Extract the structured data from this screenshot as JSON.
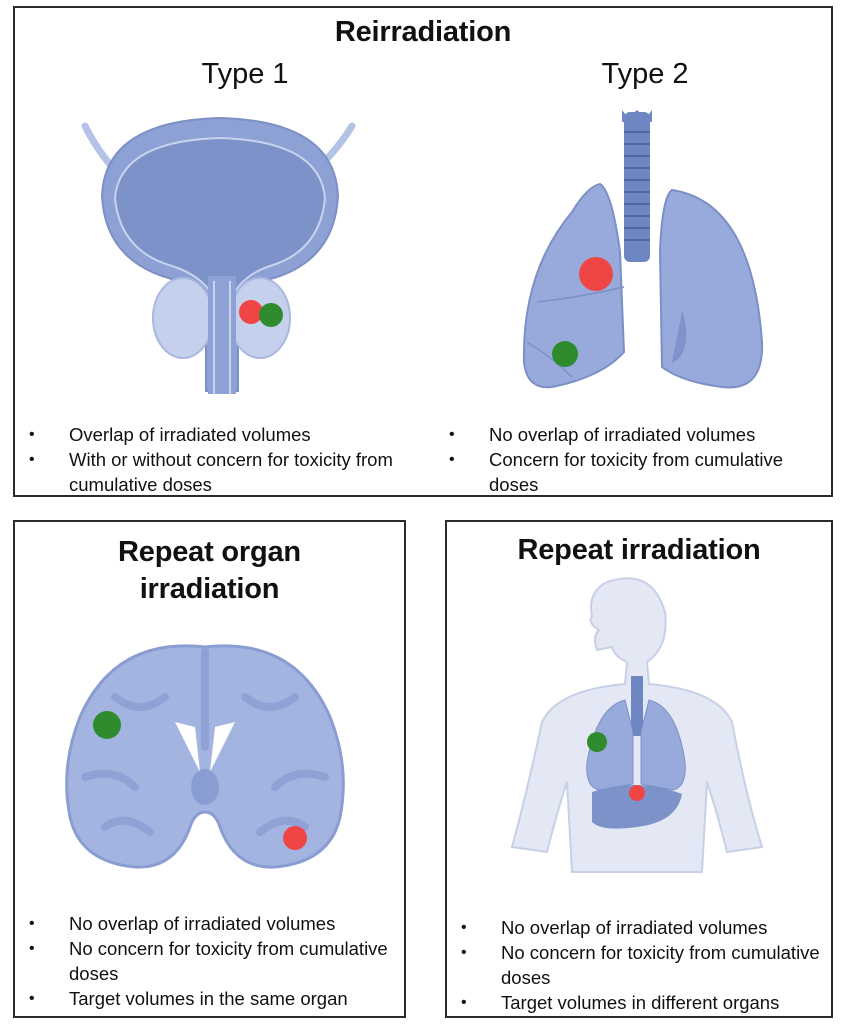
{
  "panels": {
    "reirradiation": {
      "title": "Reirradiation",
      "type1": {
        "label": "Type 1",
        "organ_icon": "prostate-bladder-icon",
        "bullets": [
          "Overlap of irradiated volumes",
          "With or without concern for toxicity from cumulative doses"
        ]
      },
      "type2": {
        "label": "Type 2",
        "organ_icon": "lungs-icon",
        "bullets": [
          "No overlap of irradiated volumes",
          "Concern for toxicity from cumulative doses"
        ]
      }
    },
    "repeat_organ": {
      "title_line1": "Repeat organ",
      "title_line2": "irradiation",
      "organ_icon": "brain-coronal-icon",
      "bullets": [
        "No overlap of irradiated volumes",
        "No concern for toxicity from cumulative doses",
        "Target volumes in the same organ"
      ]
    },
    "repeat_irradiation": {
      "title": "Repeat irradiation",
      "organ_icon": "human-torso-icon",
      "bullets": [
        "No overlap of irradiated volumes",
        "No concern for toxicity from cumulative doses",
        "Target volumes in different organs"
      ]
    }
  },
  "colors": {
    "organ": "#8c9fd4",
    "organ_dark": "#6f84c0",
    "organ_light": "#b4c2e6",
    "tumor_red": "#f04545",
    "tumor_green": "#2e8b2e",
    "body": "#e3e8f4",
    "border": "#2b2b2b"
  }
}
